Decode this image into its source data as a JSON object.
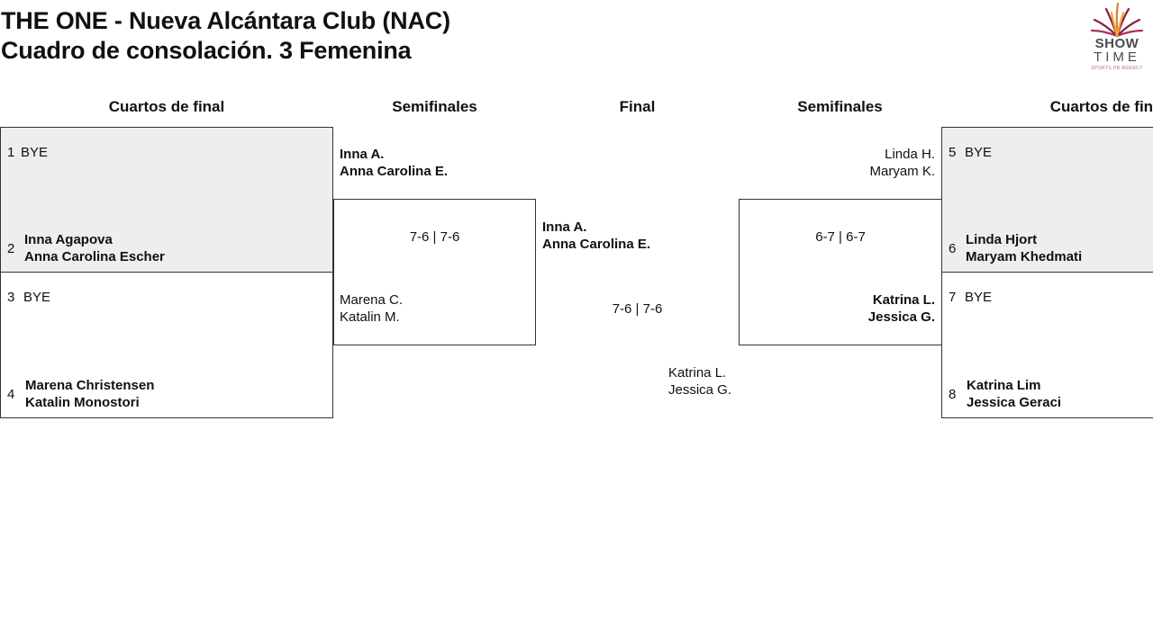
{
  "header": {
    "title": "THE ONE - Nueva Alcántara Club (NAC)",
    "subtitle": "Cuadro de consolación. 3 Femenina"
  },
  "logo": {
    "line1": "SHOW",
    "line2": "TIME",
    "tagline": "SPORTS PR AGENCY",
    "colors": [
      "#8b1c3c",
      "#e07a2c",
      "#f2a93b",
      "#4a4a4a"
    ]
  },
  "rounds": {
    "left_qf": "Cuartos de final",
    "left_sf": "Semifinales",
    "final": "Final",
    "right_sf": "Semifinales",
    "right_qf": "Cuartos de final"
  },
  "left_qf": [
    {
      "seed": "1",
      "bye": "BYE",
      "seed2": "2",
      "p1": "Inna Agapova",
      "p2": "Anna Carolina Escher"
    },
    {
      "seed": "3",
      "bye": "BYE",
      "seed2": "4",
      "p1": "Marena Christensen",
      "p2": "Katalin Monostori"
    }
  ],
  "right_qf": [
    {
      "seed": "5",
      "bye": "BYE",
      "seed2": "6",
      "p1": "Linda Hjort",
      "p2": "Maryam Khedmati"
    },
    {
      "seed": "7",
      "bye": "BYE",
      "seed2": "8",
      "p1": "Katrina Lim",
      "p2": "Jessica Geraci"
    }
  ],
  "left_sf": {
    "top_p1": "Inna A.",
    "top_p2": "Anna Carolina E.",
    "score": "7-6 | 7-6",
    "bot_p1": "Marena C.",
    "bot_p2": "Katalin M."
  },
  "right_sf": {
    "top_p1": "Linda H.",
    "top_p2": "Maryam K.",
    "score": "6-7 | 6-7",
    "bot_p1": "Katrina L.",
    "bot_p2": "Jessica G."
  },
  "final": {
    "top_p1": "Inna A.",
    "top_p2": "Anna Carolina E.",
    "score": "7-6 | 7-6",
    "bot_p1": "Katrina L.",
    "bot_p2": "Jessica G."
  }
}
